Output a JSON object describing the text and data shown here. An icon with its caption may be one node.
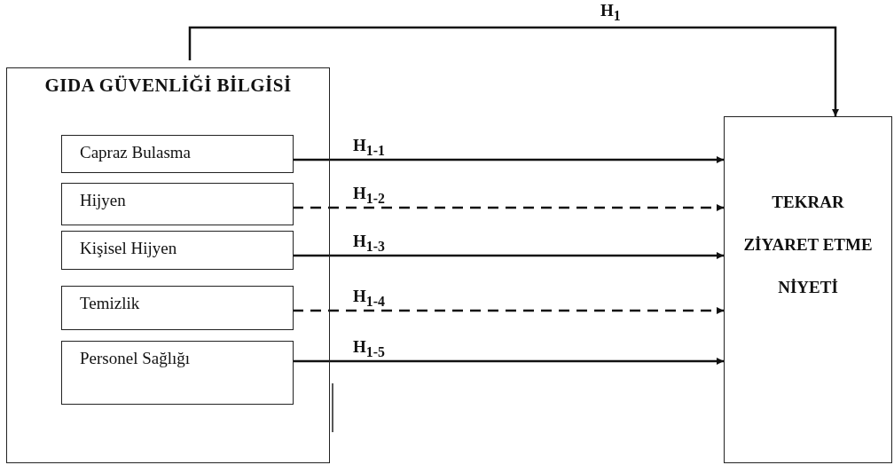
{
  "diagram": {
    "nodes": [
      {
        "text": [
          "GIDA GÜVENLİĞİ BİLGİSİ"
        ]
      },
      {
        "text": [
          "Capraz Bulasma"
        ],
        "in": 0
      },
      {
        "text": [
          "Hijyen"
        ],
        "in": 0
      },
      {
        "text": [
          "Kişisel Hijyen"
        ],
        "in": 0
      },
      {
        "text": [
          "Temizlik"
        ],
        "in": 0
      },
      {
        "text": [
          "Personel Sağlığı"
        ],
        "in": 0
      },
      {
        "text": [
          "TEKRAR ZİYARET ETME NİYETİ"
        ]
      }
    ],
    "edges": [
      {
        "from": 0,
        "to": 6,
        "arrow": "to",
        "label": "H$_{1}$"
      },
      {
        "from": 1,
        "to": 6,
        "arrow": "to",
        "label": "H$_{1-1}$"
      },
      {
        "from": 2,
        "to": 6,
        "arrow": "to",
        "label": "H$_{1-2}$",
        "style": "dashed"
      },
      {
        "from": 3,
        "to": 6,
        "arrow": "to",
        "label": "H$_{1-3}$"
      },
      {
        "from": 4,
        "to": 6,
        "arrow": "to",
        "label": "H$_{1-4}$",
        "style": "dashed"
      },
      {
        "from": 5,
        "to": 6,
        "arrow": "to",
        "label": "H$_{1-5}$"
      }
    ]
  }
}
